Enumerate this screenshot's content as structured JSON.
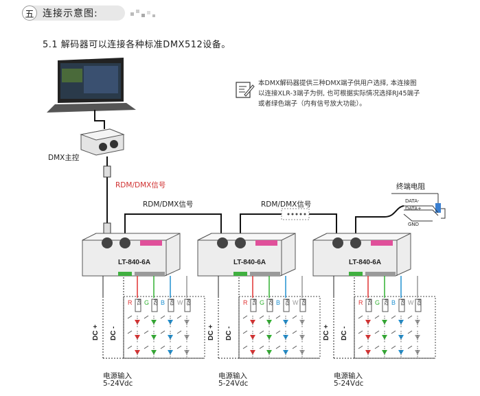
{
  "header": {
    "number": "五",
    "title": "连接示意图:"
  },
  "subtitle": "5.1  解码器可以连接各种标准DMX512设备。",
  "note": {
    "line1": "本DMX解码器提供三种DMX端子供用户选择, 本连接图",
    "line2": "以连接XLR-3端子为例, 也可根据实际情况选择RJ45端子",
    "line3": "或者绿色端子（内有信号放大功能）。"
  },
  "labels": {
    "dmx_master": "DMX主控",
    "rdm_signal_red": "RDM/DMX信号",
    "rdm_signal_1": "RDM/DMX信号",
    "rdm_signal_2": "RDM/DMX信号",
    "terminator": "终端电阻",
    "data_minus": "DATA-",
    "data_plus": "DATA+",
    "gnd": "GND"
  },
  "decoders": [
    {
      "model": "LT-840-6A",
      "power_label": "电源输入",
      "voltage": "5-24Vdc",
      "dc_plus": "DC +",
      "dc_minus": "DC -"
    },
    {
      "model": "LT-840-6A",
      "power_label": "电源输入",
      "voltage": "5-24Vdc",
      "dc_plus": "DC +",
      "dc_minus": "DC -"
    },
    {
      "model": "LT-840-6A",
      "power_label": "电源输入",
      "voltage": "5-24Vdc",
      "dc_plus": "DC +",
      "dc_minus": "DC -"
    }
  ],
  "channels": [
    {
      "letter": "R",
      "num": "R1",
      "color": "#e03030"
    },
    {
      "letter": "G",
      "num": "R2",
      "color": "#30b030"
    },
    {
      "letter": "B",
      "num": "R3",
      "color": "#2090d0"
    },
    {
      "letter": "W",
      "num": "R3",
      "color": "#999999"
    }
  ],
  "icons": {
    "note": "note-pencil-icon"
  }
}
